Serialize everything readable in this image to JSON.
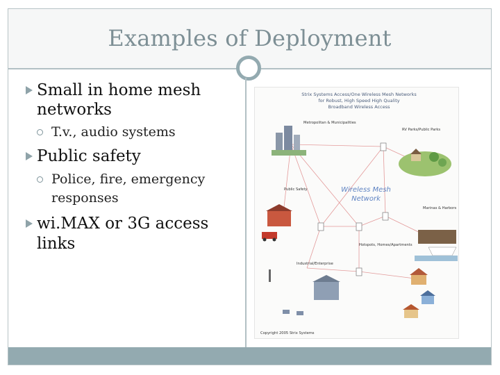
{
  "slide": {
    "title": "Examples of Deployment"
  },
  "bullets": [
    {
      "line1": "Small in home mesh",
      "line2": "networks",
      "sub": {
        "line1": "T.v., audio systems"
      }
    },
    {
      "line1": "Public safety",
      "sub": {
        "line1": "Police, fire, emergency",
        "line2": "responses"
      }
    },
    {
      "line1": "wi.MAX or 3G access",
      "line2": "links"
    }
  ],
  "figure": {
    "header1": "Strix Systems Access/One Wireless Mesh Networks",
    "header2": "for Robust, High Speed High Quality",
    "header3": "Broadband Wireless Access",
    "center1": "Wireless Mesh",
    "center2": "Network",
    "labels": {
      "metro": "Metropolitan & Municipalities",
      "parks": "RV Parks/Public Parks",
      "safety": "Public Safety",
      "marina": "Marinas & Harbors",
      "industrial": "Industrial/Enterprise",
      "homes": "Hotspots, Homes/Apartments"
    },
    "footer": "Copyright 2005 Strix Systems"
  },
  "colors": {
    "accent": "#93aab0",
    "title": "#7d8f95",
    "rule": "#b2c0c4"
  }
}
